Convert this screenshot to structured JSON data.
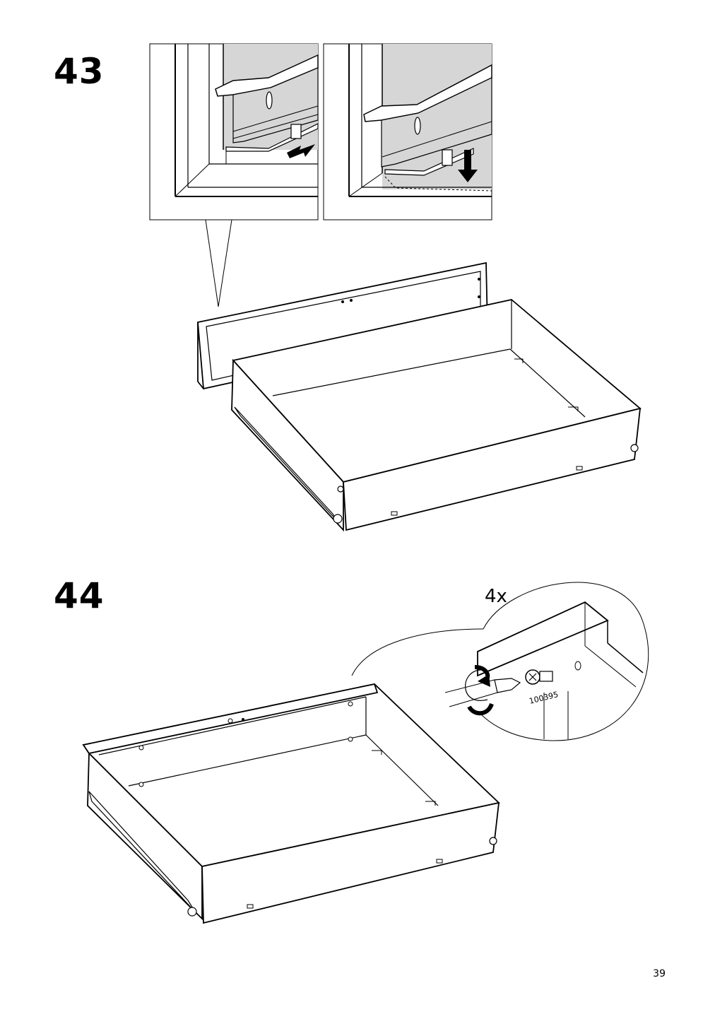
{
  "steps": [
    {
      "number": "43"
    },
    {
      "number": "44",
      "quantity": "4x",
      "part_number": "100395"
    }
  ],
  "page_number": "39"
}
